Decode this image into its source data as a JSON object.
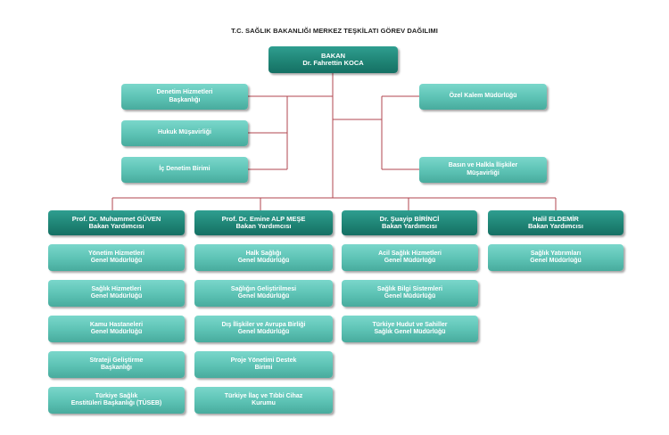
{
  "title": "T.C. SAĞLIK BAKANLIĞI MERKEZ TEŞKİLATI GÖREV DAĞILIMI",
  "minister": {
    "title": "BAKAN",
    "name": "Dr. Fahrettin KOCA"
  },
  "left_units": [
    "Denetim Hizmetleri\nBaşkanlığı",
    "Hukuk Müşavirliği",
    "İç Denetim Birimi"
  ],
  "right_units": [
    "Özel Kalem Müdürlüğü",
    "Basın ve Halkla İlişkiler\nMüşavirliği"
  ],
  "deputies": [
    {
      "name": "Prof. Dr. Muhammet GÜVEN",
      "role": "Bakan Yardımcısı",
      "units": [
        "Yönetim Hizmetleri\nGenel Müdürlüğü",
        "Sağlık Hizmetleri\nGenel Müdürlüğü",
        "Kamu Hastaneleri\nGenel Müdürlüğü",
        "Strateji Geliştirme\nBaşkanlığı",
        "Türkiye Sağlık\nEnstitüleri Başkanlığı (TÜSEB)"
      ]
    },
    {
      "name": "Prof. Dr. Emine ALP MEŞE",
      "role": "Bakan Yardımcısı",
      "units": [
        "Halk Sağlığı\nGenel Müdürlüğü",
        "Sağlığın Geliştirilmesi\nGenel Müdürlüğü",
        "Dış İlişkiler ve Avrupa Birliği\nGenel Müdürlüğü",
        "Proje Yönetimi Destek\nBirimi",
        "Türkiye İlaç ve Tıbbi Cihaz\nKurumu"
      ]
    },
    {
      "name": "Dr. Şuayip BİRİNCİ",
      "role": "Bakan Yardımcısı",
      "units": [
        "Acil Sağlık Hizmetleri\nGenel Müdürlüğü",
        "Sağlık Bilgi Sistemleri\nGenel Müdürlüğü",
        "Türkiye Hudut ve Sahiller\nSağlık Genel Müdürlüğü"
      ]
    },
    {
      "name": "Halil ELDEMİR",
      "role": "Bakan Yardımcısı",
      "units": [
        "Sağlık Yatırımları\nGenel Müdürlüğü"
      ]
    }
  ],
  "colors": {
    "box": "#5cc2b4",
    "box_dark": "#1e8273",
    "connector": "#b2454f",
    "text": "#ffffff"
  }
}
